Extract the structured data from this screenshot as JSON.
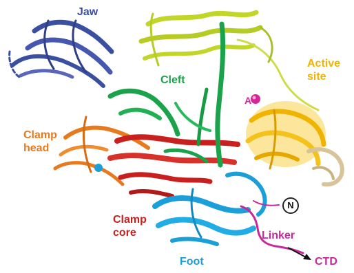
{
  "labels": {
    "jaw": "Jaw",
    "cleft": "Cleft",
    "active_site": [
      "Active",
      "site"
    ],
    "clamp_head": [
      "Clamp",
      "head"
    ],
    "clamp_core": [
      "Clamp",
      "core"
    ],
    "linker": "Linker",
    "foot": "Foot",
    "ctd": "CTD",
    "metal_site": "A",
    "n_terminus": "N"
  },
  "colors": {
    "jaw": "#3a4fa0",
    "cleft": "#1aa34a",
    "active_site": "#f0b400",
    "clamp_head": "#e87a1e",
    "clamp_core": "#c8201e",
    "linker": "#c8289a",
    "foot": "#1a9fd8",
    "ctd": "#c8289a",
    "dock": "#c2d62a",
    "tan": "#d8c49a",
    "metal": "#d6279a"
  }
}
